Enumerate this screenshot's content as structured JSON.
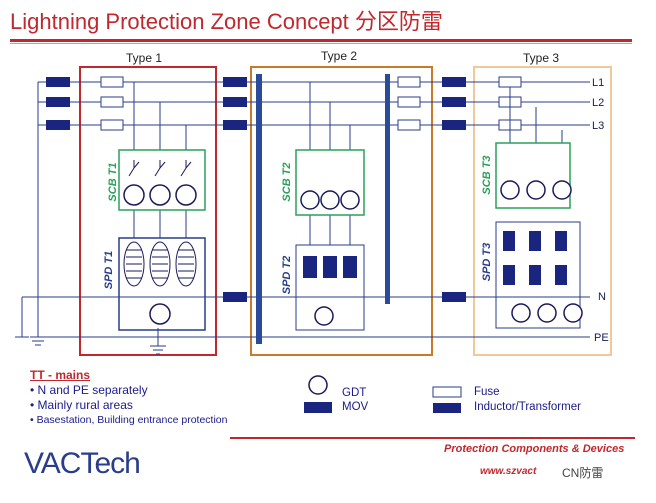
{
  "title": "Lightning Protection Zone Concept 分区防雷",
  "types": [
    "Type 1",
    "Type 2",
    "Type 3"
  ],
  "lines": {
    "l1": "L1",
    "l2": "L2",
    "l3": "L3",
    "n": "N",
    "pe": "PE"
  },
  "scb": [
    "SCB T1",
    "SCB T2",
    "SCB T3"
  ],
  "spd": [
    "SPD T1",
    "SPD T2",
    "SPD T3"
  ],
  "legend": {
    "system_title": "TT - mains",
    "bullets": [
      "• N and PE separately",
      "• Mainly rural areas",
      "• Basestation, Building entrance protection"
    ],
    "gdt": "GDT",
    "mov": "MOV",
    "fuse": "Fuse",
    "inductor": "Inductor/Transformer"
  },
  "brand": {
    "logo": "VACTech",
    "tagline": "Protection  Components  & Devices",
    "url": "www.szvact",
    "watermark": "CN防雷"
  },
  "colors": {
    "title_red": "#c0282d",
    "line_blue": "#2a3d8a",
    "scb_green": "#2aa05a",
    "type1_red": "#c0282d",
    "type2_orange": "#c87a28",
    "type3_peach": "#f2c79a"
  }
}
